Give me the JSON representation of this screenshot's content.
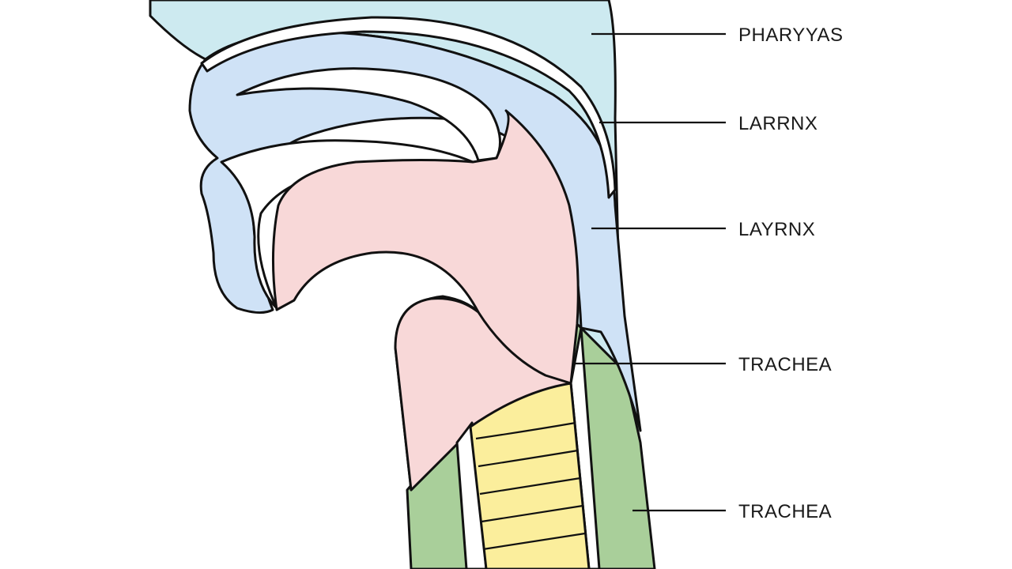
{
  "labels": [
    {
      "id": "label-pharyyas",
      "text": "PHARYYAS"
    },
    {
      "id": "label-larrnx",
      "text": "LARRNX"
    },
    {
      "id": "label-layrnx",
      "text": "LAYRNX"
    },
    {
      "id": "label-trachea-1",
      "text": "TRACHEA"
    },
    {
      "id": "label-trachea-2",
      "text": "TRACHEA"
    }
  ],
  "colors": {
    "pharynx_fill": "#cdeaf0",
    "larynx_fill": "#cfe2f6",
    "pink_fill": "#f8d8d8",
    "trachea_fill": "#fbee9c",
    "esophagus_fill": "#a9cf9a",
    "outline": "#111111"
  }
}
